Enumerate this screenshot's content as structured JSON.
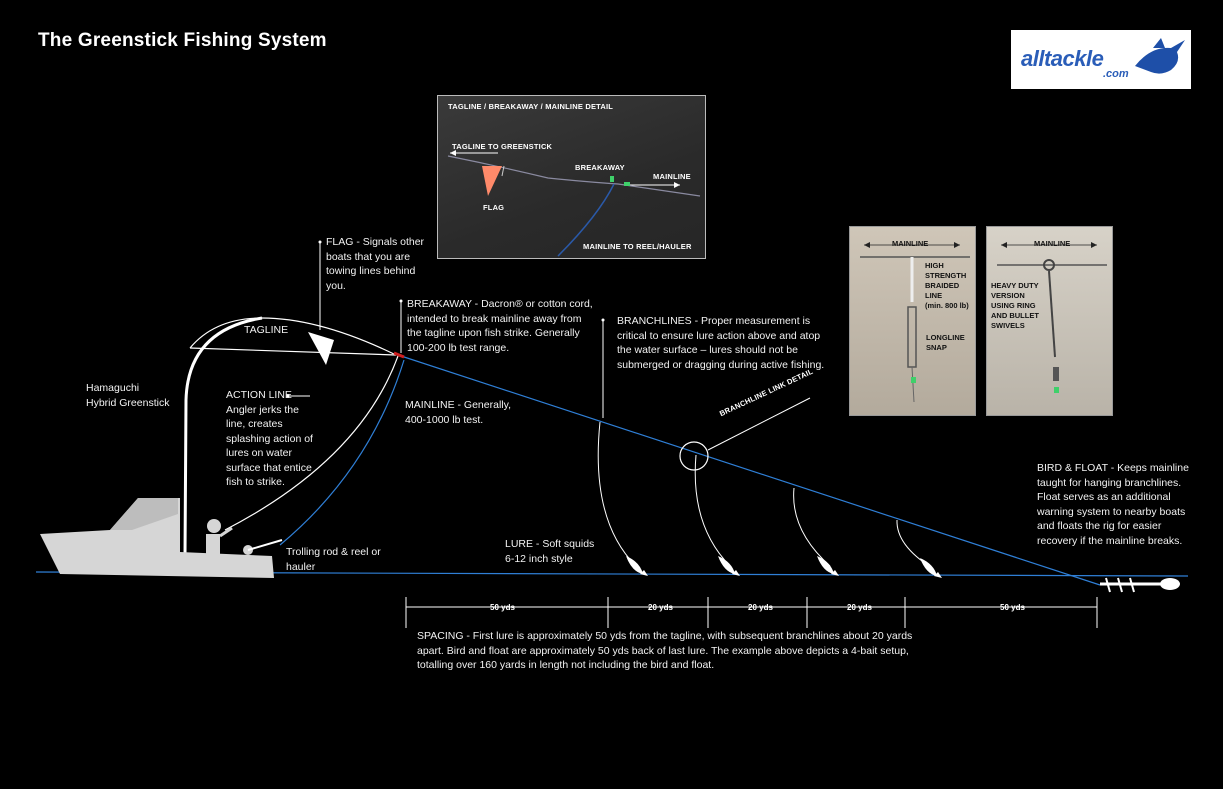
{
  "title": "The Greenstick Fishing System",
  "logo": {
    "main": "alltackle",
    "sub": ".com"
  },
  "detail_photo": {
    "heading": "TAGLINE / BREAKAWAY / MAINLINE DETAIL",
    "tagline_label": "TAGLINE TO GREENSTICK",
    "breakaway_label": "BREAKAWAY",
    "mainline_label": "MAINLINE",
    "flag_label": "FLAG",
    "reel_label": "MAINLINE TO REEL/HAULER"
  },
  "branchline_photo_1": {
    "mainline": "MAINLINE",
    "braided": [
      "HIGH",
      "STRENGTH",
      "BRAIDED LINE",
      "(min. 800 lb)"
    ],
    "snap": [
      "LONGLINE",
      "SNAP"
    ]
  },
  "branchline_photo_2": {
    "mainline": "MAINLINE",
    "heavy": [
      "HEAVY DUTY",
      "VERSION",
      "USING RING",
      "AND BULLET",
      "SWIVELS"
    ]
  },
  "branchline_detail_label": "BRANCHLINE LINK DETAIL",
  "notes": {
    "flag": [
      "FLAG - Signals other",
      "boats that you are",
      "towing lines behind",
      "you."
    ],
    "tagline": "TAGLINE",
    "breakaway": [
      "BREAKAWAY - Dacron® or cotton cord,",
      "intended to break mainline away from",
      "the tagline upon fish strike. Generally",
      "100-200 lb test range."
    ],
    "branchlines": [
      "BRANCHLINES - Proper measurement is",
      "critical to ensure lure action above and atop",
      "the water surface – lures should not be",
      "submerged or dragging during active fishing."
    ],
    "hamaguchi": [
      "Hamaguchi",
      "Hybrid Greenstick"
    ],
    "action_line": [
      "ACTION LINE",
      "Angler jerks the",
      "line, creates",
      "splashing action of",
      "lures on water",
      "surface that entice",
      "fish to strike."
    ],
    "mainline": [
      "MAINLINE - Generally,",
      "400-1000 lb test."
    ],
    "trolling": [
      "Trolling rod & reel or",
      "hauler"
    ],
    "lure": [
      "LURE -  Soft squids",
      "6-12 inch style"
    ],
    "bird_float": [
      "BIRD & FLOAT - Keeps mainline",
      "taught for hanging branchlines.",
      "Float serves as an additional",
      "warning system to nearby boats",
      "and floats the rig for easier",
      "recovery if the mainline breaks."
    ],
    "spacing": [
      "SPACING - First lure is approximately 50 yds from the tagline, with subsequent branchlines about 20  yards",
      "apart.  Bird and float are approximately 50 yds back of last lure. The example above depicts a 4-bait setup,",
      "totalling over 160 yards in length not including the bird and float."
    ]
  },
  "segments": [
    "50 yds",
    "20 yds",
    "20 yds",
    "20 yds",
    "50 yds"
  ],
  "colors": {
    "mainline": "#2f7fd6",
    "water": "#2f7fd6",
    "boat": "#d6d6d6",
    "flag": "#ff8a6a",
    "breakaway": "#d22020"
  }
}
